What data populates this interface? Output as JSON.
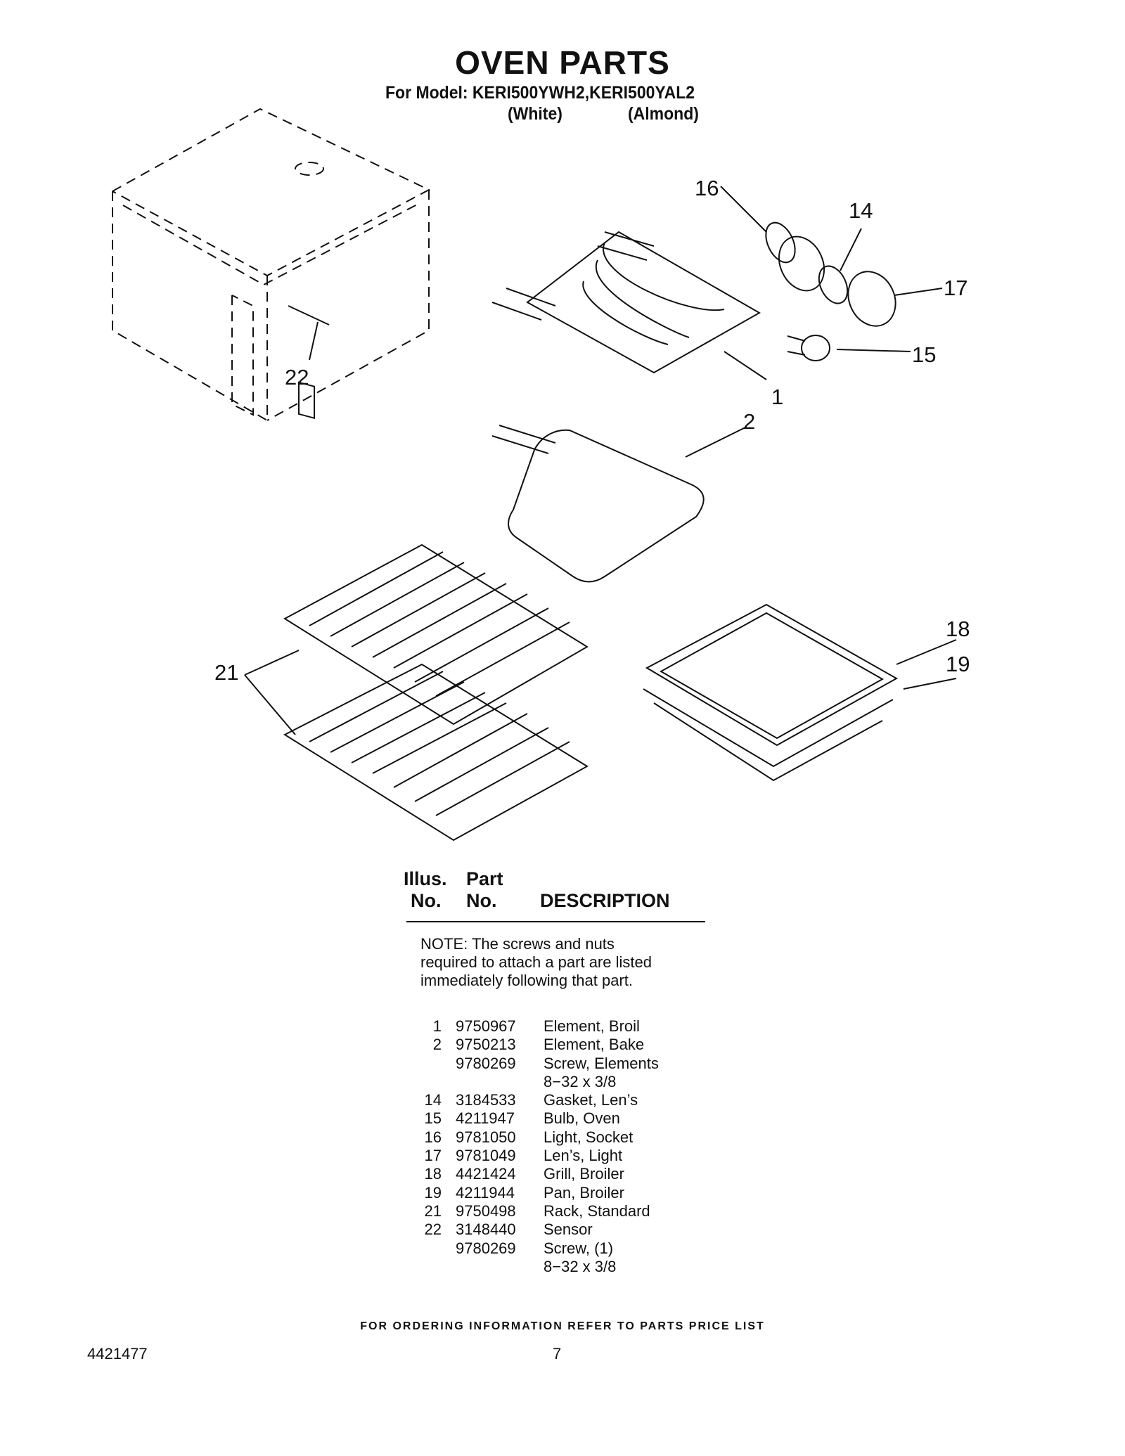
{
  "header": {
    "title": "OVEN PARTS",
    "model_line": "For Model: KERI500YWH2,KERI500YAL2",
    "color_white": "(White)",
    "color_almond": "(Almond)"
  },
  "diagram": {
    "callouts": {
      "c1": "1",
      "c2": "2",
      "c14": "14",
      "c15": "15",
      "c16": "16",
      "c17": "17",
      "c18": "18",
      "c19": "19",
      "c21": "21",
      "c22": "22"
    }
  },
  "table": {
    "col_illus_1": "Illus.",
    "col_illus_2": "No.",
    "col_part_1": "Part",
    "col_part_2": "No.",
    "col_desc": "DESCRIPTION",
    "note": "NOTE: The screws and nuts required to attach a part are listed immediately following that part.",
    "rows": [
      {
        "illus": "1",
        "part": "9750967",
        "desc": "Element, Broil"
      },
      {
        "illus": "2",
        "part": "9750213",
        "desc": "Element, Bake"
      },
      {
        "illus": "",
        "part": "9780269",
        "desc": "Screw, Elements"
      },
      {
        "illus": "",
        "part": "",
        "desc": "8−32 x 3/8"
      },
      {
        "illus": "14",
        "part": "3184533",
        "desc": "Gasket, Len’s"
      },
      {
        "illus": "15",
        "part": "4211947",
        "desc": "Bulb, Oven"
      },
      {
        "illus": "16",
        "part": "9781050",
        "desc": "Light, Socket"
      },
      {
        "illus": "17",
        "part": "9781049",
        "desc": "Len’s, Light"
      },
      {
        "illus": "18",
        "part": "4421424",
        "desc": "Grill, Broiler"
      },
      {
        "illus": "19",
        "part": "4211944",
        "desc": "Pan, Broiler"
      },
      {
        "illus": "21",
        "part": "9750498",
        "desc": "Rack, Standard"
      },
      {
        "illus": "22",
        "part": "3148440",
        "desc": "Sensor"
      },
      {
        "illus": "",
        "part": "9780269",
        "desc": "Screw, (1)"
      },
      {
        "illus": "",
        "part": "",
        "desc": "8−32 x 3/8"
      }
    ]
  },
  "footer": {
    "ordering_info": "FOR ORDERING INFORMATION REFER TO PARTS PRICE LIST",
    "doc_number": "4421477",
    "page_number": "7"
  }
}
